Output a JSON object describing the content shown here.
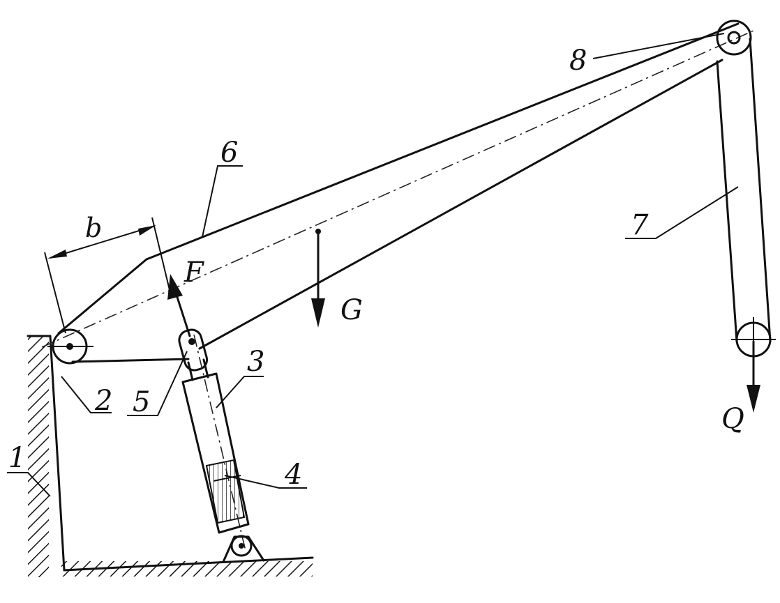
{
  "labels": {
    "part_1": "1",
    "part_2": "2",
    "part_3": "3",
    "part_4": "4",
    "part_5": "5",
    "part_6": "6",
    "part_7": "7",
    "part_8": "8",
    "dim_b": "b",
    "force_F": "F",
    "force_G": "G",
    "force_Q": "Q"
  }
}
